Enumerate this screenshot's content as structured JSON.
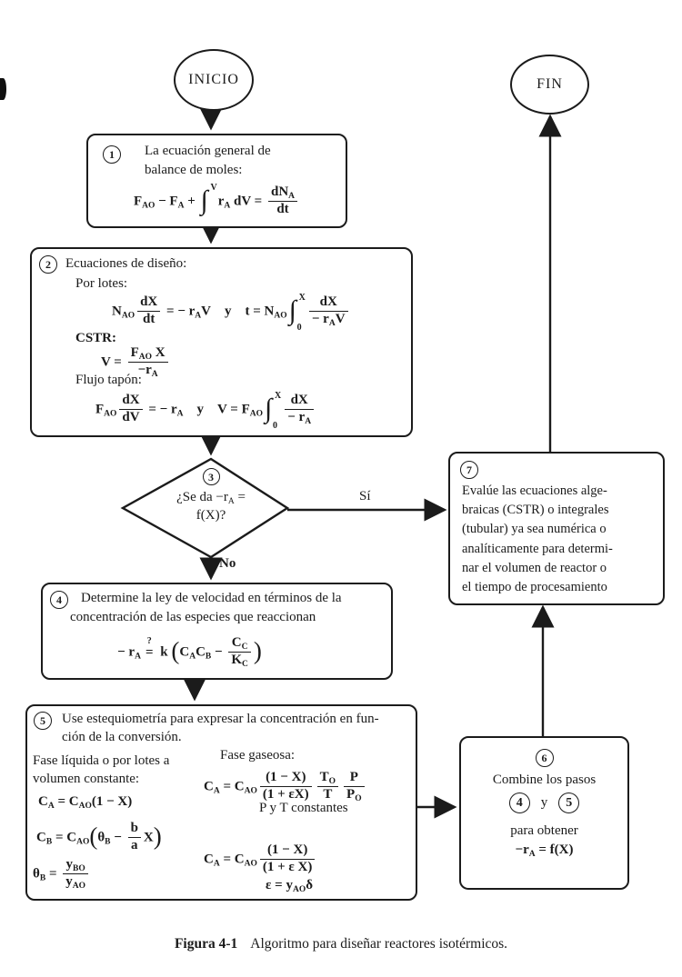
{
  "terminals": {
    "start": "INICIO",
    "end": "FIN"
  },
  "branch_labels": {
    "yes": "Sí",
    "no": "No"
  },
  "caption": {
    "label": "Figura 4-1",
    "text": "Algoritmo para diseñar reactores isotérmicos."
  },
  "steps": {
    "s1": {
      "num": "1",
      "line1": "La ecuación general de",
      "line2": "balance de moles:",
      "eq": [
        {
          "t": "r",
          "v": "F"
        },
        {
          "t": "s",
          "v": "AO"
        },
        {
          "t": "r",
          "v": " − F"
        },
        {
          "t": "s",
          "v": "A"
        },
        {
          "t": "r",
          "v": " + "
        },
        {
          "t": "i",
          "hi": "V"
        },
        {
          "t": "r",
          "v": "r"
        },
        {
          "t": "s",
          "v": "A"
        },
        {
          "t": "r",
          "v": " dV = "
        },
        {
          "t": "f",
          "n": [
            {
              "t": "r",
              "v": "dN"
            },
            {
              "t": "s",
              "v": "A"
            }
          ],
          "d": [
            {
              "t": "r",
              "v": "dt"
            }
          ]
        }
      ]
    },
    "s2": {
      "num": "2",
      "title": "Ecuaciones de diseño:",
      "batch_label": "Por lotes:",
      "batch_eq": [
        {
          "t": "r",
          "v": "N"
        },
        {
          "t": "s",
          "v": "AO"
        },
        {
          "t": "f",
          "n": [
            {
              "t": "r",
              "v": "dX"
            }
          ],
          "d": [
            {
              "t": "r",
              "v": "dt"
            }
          ]
        },
        {
          "t": "r",
          "v": " = − r"
        },
        {
          "t": "s",
          "v": "A"
        },
        {
          "t": "r",
          "v": "V"
        },
        {
          "t": "r",
          "v": "    y    "
        },
        {
          "t": "r",
          "v": "t = N"
        },
        {
          "t": "s",
          "v": "AO"
        },
        {
          "t": "i",
          "lo": "0",
          "hi": "X"
        },
        {
          "t": "f",
          "n": [
            {
              "t": "r",
              "v": "dX"
            }
          ],
          "d": [
            {
              "t": "r",
              "v": "− r"
            },
            {
              "t": "s",
              "v": "A"
            },
            {
              "t": "r",
              "v": "V"
            }
          ]
        }
      ],
      "cstr_label": "CSTR:",
      "cstr_eq": [
        {
          "t": "r",
          "v": "V = "
        },
        {
          "t": "f",
          "n": [
            {
              "t": "r",
              "v": "F"
            },
            {
              "t": "s",
              "v": "AO"
            },
            {
              "t": "r",
              "v": " X"
            }
          ],
          "d": [
            {
              "t": "r",
              "v": "−r"
            },
            {
              "t": "s",
              "v": "A"
            }
          ]
        }
      ],
      "pfr_label": "Flujo tapón:",
      "pfr_eq": [
        {
          "t": "r",
          "v": "F"
        },
        {
          "t": "s",
          "v": "AO"
        },
        {
          "t": "f",
          "n": [
            {
              "t": "r",
              "v": "dX"
            }
          ],
          "d": [
            {
              "t": "r",
              "v": "dV"
            }
          ]
        },
        {
          "t": "r",
          "v": " = − r"
        },
        {
          "t": "s",
          "v": "A"
        },
        {
          "t": "r",
          "v": "    y    "
        },
        {
          "t": "r",
          "v": "V = F"
        },
        {
          "t": "s",
          "v": "AO"
        },
        {
          "t": "i",
          "lo": "0",
          "hi": "X"
        },
        {
          "t": "f",
          "n": [
            {
              "t": "r",
              "v": "dX"
            }
          ],
          "d": [
            {
              "t": "r",
              "v": "− r"
            },
            {
              "t": "s",
              "v": "A"
            }
          ]
        }
      ]
    },
    "s3": {
      "num": "3",
      "eq": [
        {
          "t": "r",
          "v": "¿Se da −r"
        },
        {
          "t": "s",
          "v": "A"
        },
        {
          "t": "r",
          "v": " ="
        },
        {
          "t": "br"
        },
        {
          "t": "r",
          "v": "f(X)?"
        }
      ]
    },
    "s4": {
      "num": "4",
      "line1": "Determine la ley de velocidad en términos de la",
      "line2": "concentración de las especies que reaccionan",
      "eq": [
        {
          "t": "r",
          "v": "− r"
        },
        {
          "t": "s",
          "v": "A"
        },
        {
          "t": "qe"
        },
        {
          "t": "r",
          "v": " k "
        },
        {
          "t": "bp",
          "v": "("
        },
        {
          "t": "r",
          "v": "C"
        },
        {
          "t": "s",
          "v": "A"
        },
        {
          "t": "r",
          "v": "C"
        },
        {
          "t": "s",
          "v": "B"
        },
        {
          "t": "r",
          "v": " − "
        },
        {
          "t": "f",
          "n": [
            {
              "t": "r",
              "v": "C"
            },
            {
              "t": "s",
              "v": "C"
            }
          ],
          "d": [
            {
              "t": "r",
              "v": "K"
            },
            {
              "t": "s",
              "v": "C"
            }
          ]
        },
        {
          "t": "bp",
          "v": ")"
        }
      ]
    },
    "s5": {
      "num": "5",
      "line1": "Use estequiometría para expresar la concentración en fun-",
      "line2": "ción de la conversión.",
      "liquid_line1": "Fase líquida o por lotes a",
      "liquid_line2": "volumen constante:",
      "liquid_eq1": [
        {
          "t": "r",
          "v": "C"
        },
        {
          "t": "s",
          "v": "A"
        },
        {
          "t": "r",
          "v": " = C"
        },
        {
          "t": "s",
          "v": "AO"
        },
        {
          "t": "r",
          "v": "(1 − X)"
        }
      ],
      "liquid_eq2": [
        {
          "t": "r",
          "v": "C"
        },
        {
          "t": "s",
          "v": "B"
        },
        {
          "t": "r",
          "v": " = C"
        },
        {
          "t": "s",
          "v": "AO"
        },
        {
          "t": "bp",
          "v": "("
        },
        {
          "t": "r",
          "v": "θ"
        },
        {
          "t": "s",
          "v": "B"
        },
        {
          "t": "r",
          "v": " − "
        },
        {
          "t": "f",
          "n": [
            {
              "t": "r",
              "v": "b"
            }
          ],
          "d": [
            {
              "t": "r",
              "v": "a"
            }
          ]
        },
        {
          "t": "r",
          "v": "X"
        },
        {
          "t": "bp",
          "v": ")"
        }
      ],
      "liquid_eq3": [
        {
          "t": "r",
          "v": "θ"
        },
        {
          "t": "s",
          "v": "B"
        },
        {
          "t": "r",
          "v": " = "
        },
        {
          "t": "f",
          "n": [
            {
              "t": "r",
              "v": "y"
            },
            {
              "t": "s",
              "v": "BO"
            }
          ],
          "d": [
            {
              "t": "r",
              "v": "y"
            },
            {
              "t": "s",
              "v": "AO"
            }
          ]
        }
      ],
      "gas_label": "Fase gaseosa:",
      "gas_eq1": [
        {
          "t": "r",
          "v": "C"
        },
        {
          "t": "s",
          "v": "A"
        },
        {
          "t": "r",
          "v": " = C"
        },
        {
          "t": "s",
          "v": "AO"
        },
        {
          "t": "f",
          "n": [
            {
              "t": "r",
              "v": "(1 − X)"
            }
          ],
          "d": [
            {
              "t": "r",
              "v": "(1 + εX)"
            }
          ]
        },
        {
          "t": "f",
          "n": [
            {
              "t": "r",
              "v": "T"
            },
            {
              "t": "s",
              "v": "O"
            }
          ],
          "d": [
            {
              "t": "r",
              "v": "T"
            }
          ]
        },
        {
          "t": "f",
          "n": [
            {
              "t": "r",
              "v": "P"
            }
          ],
          "d": [
            {
              "t": "r",
              "v": "P"
            },
            {
              "t": "s",
              "v": "O"
            }
          ]
        }
      ],
      "pt_note": "P y T constantes",
      "gas_eq2": [
        {
          "t": "r",
          "v": "C"
        },
        {
          "t": "s",
          "v": "A"
        },
        {
          "t": "r",
          "v": " = C"
        },
        {
          "t": "s",
          "v": "AO"
        },
        {
          "t": "f",
          "n": [
            {
              "t": "r",
              "v": "(1 − X)"
            }
          ],
          "d": [
            {
              "t": "r",
              "v": "(1 + ε X)"
            }
          ]
        }
      ],
      "gas_eq3": [
        {
          "t": "r",
          "v": "ε = y"
        },
        {
          "t": "s",
          "v": "AO"
        },
        {
          "t": "r",
          "v": "δ"
        }
      ]
    },
    "s6": {
      "num": "6",
      "line1": "Combine los pasos",
      "ref4": "4",
      "conj": "y",
      "ref5": "5",
      "line2": "para obtener",
      "eq": [
        {
          "t": "r",
          "v": "−r"
        },
        {
          "t": "s",
          "v": "A"
        },
        {
          "t": "r",
          "v": " = f(X)"
        }
      ]
    },
    "s7": {
      "num": "7",
      "lines": [
        "Evalúe las ecuaciones alge-",
        "braicas (CSTR) o integrales",
        "(tubular) ya sea numérica o",
        "analíticamente para determi-",
        "nar el volumen de reactor o",
        "el tiempo de procesamiento"
      ]
    }
  }
}
